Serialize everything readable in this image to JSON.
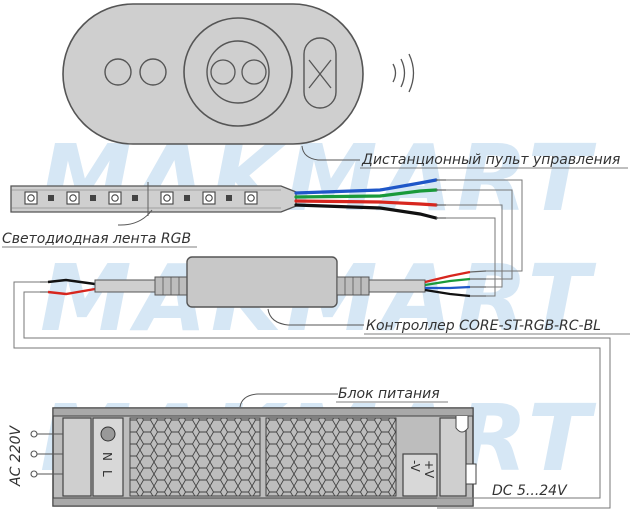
{
  "watermark": "MAKMART",
  "labels": {
    "remote": "Дистанционный пульт управления",
    "strip": "Светодиодная лента RGB",
    "controller": "Контроллер  CORE-ST-RGB-RC-BL",
    "power_supply": "Блок питания",
    "ac_input": "AC 220V",
    "dc_output": "DC 5...24V"
  },
  "psu_terminals": {
    "l": "L",
    "n": "N",
    "v_minus": "-V",
    "v_plus": "+V"
  },
  "wire_colors": {
    "blue": "#1f57c8",
    "green": "#1a9a3a",
    "red": "#d7261e",
    "black": "#111111",
    "outline": "#555555"
  }
}
